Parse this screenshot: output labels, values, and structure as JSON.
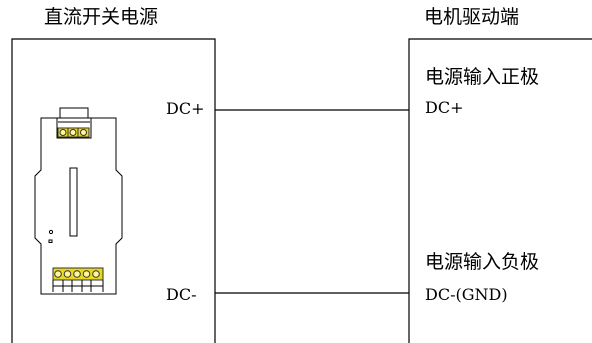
{
  "left_block": {
    "title": "直流开关电源",
    "pin_positive": "DC+",
    "pin_negative": "DC-"
  },
  "right_block": {
    "title": "电机驱动端",
    "input_positive_desc": "电源输入正极",
    "input_positive_code": "DC+",
    "input_negative_desc": "电源输入负极",
    "input_negative_code": "DC-(GND)"
  },
  "colors": {
    "line": "#000000",
    "terminal_fill": "#e8d820",
    "terminal_stroke": "#333333"
  },
  "icons": {
    "psu": "din-rail-power-supply-icon"
  }
}
